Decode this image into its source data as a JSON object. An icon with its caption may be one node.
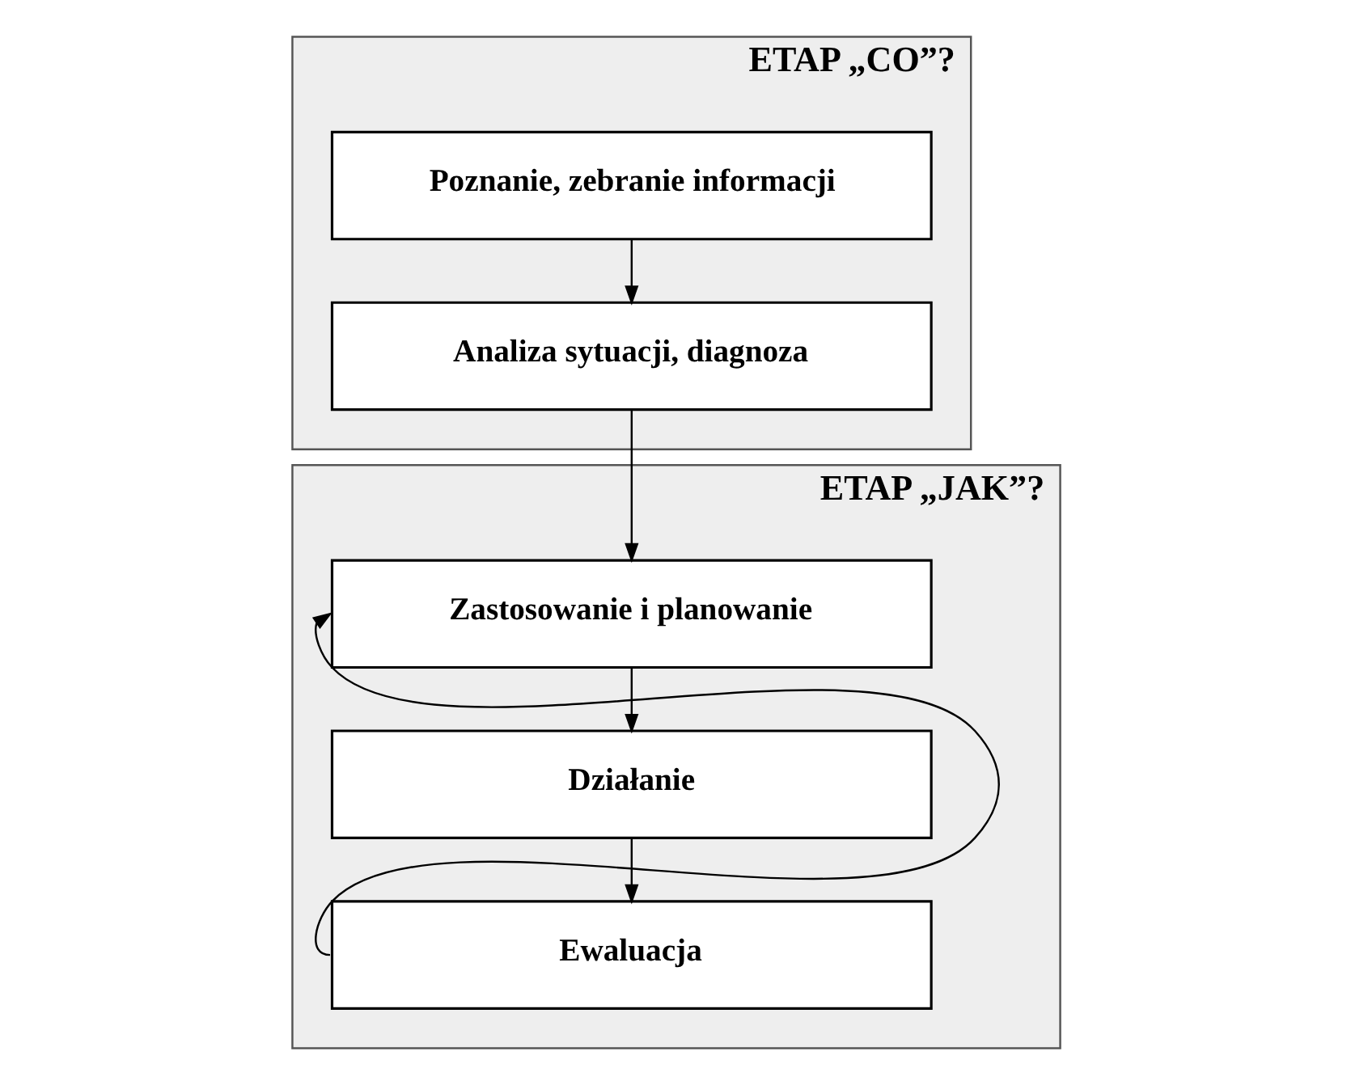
{
  "diagram": {
    "nodes": [
      {
        "text": [
          "ETAP „CO”?"
        ]
      },
      {
        "text": [
          "Poznanie, zebranie informacji"
        ],
        "in": 0
      },
      {
        "text": [
          "Analiza sytuacji, diagnoza"
        ],
        "in": 0
      },
      {
        "text": [
          "ETAP „JAK”?"
        ]
      },
      {
        "text": [
          "Zastosowanie i planowanie"
        ],
        "in": 3
      },
      {
        "text": [
          "Działanie"
        ],
        "in": 3
      },
      {
        "text": [
          "Ewaluacja"
        ],
        "in": 3
      }
    ],
    "edges": [
      {
        "from": 1,
        "to": 2,
        "arrow": "to"
      },
      {
        "from": 2,
        "to": 4,
        "arrow": "to"
      },
      {
        "from": 4,
        "to": 5,
        "arrow": "to"
      },
      {
        "from": 5,
        "to": 6,
        "arrow": "to"
      },
      {
        "from": 6,
        "to": 4,
        "arrow": "to"
      }
    ]
  }
}
